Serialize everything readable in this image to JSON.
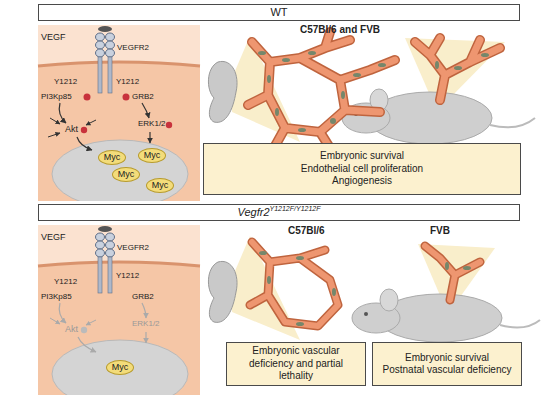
{
  "diagram": {
    "nodes": [
      {
        "text": [
          "WT"
        ]
      },
      {
        "text": [
          "Myc"
        ]
      },
      {
        "text": [
          "Myc"
        ]
      },
      {
        "text": [
          "Myc"
        ]
      },
      {
        "text": [
          "Myc"
        ]
      },
      {
        "text": [
          "Embryonic survival",
          "Endothelial cell proliferation",
          "Angiogenesis"
        ]
      },
      {
        "text": [
          "Vegfr2",
          "Y1212F/Y1212F"
        ]
      },
      {
        "text": [
          "Myc"
        ]
      },
      {
        "text": [
          "Embryonic vascular deficiency and partial lethality"
        ]
      },
      {
        "text": [
          "Embryonic survival",
          "Postnatal vascular deficiency"
        ]
      }
    ],
    "labels": [
      "VEGF",
      "VEGFR2",
      "Y1212",
      "Y1212",
      "PI3Kp85",
      "GRB2",
      "Akt",
      "ERK1/2",
      "C57Bl/6 and FVB",
      "VEGF",
      "VEGFR2",
      "Y1212",
      "Y1212",
      "PI3Kp85",
      "GRB2",
      "Akt",
      "ERK1/2",
      "C57Bl/6",
      "FVB"
    ]
  }
}
